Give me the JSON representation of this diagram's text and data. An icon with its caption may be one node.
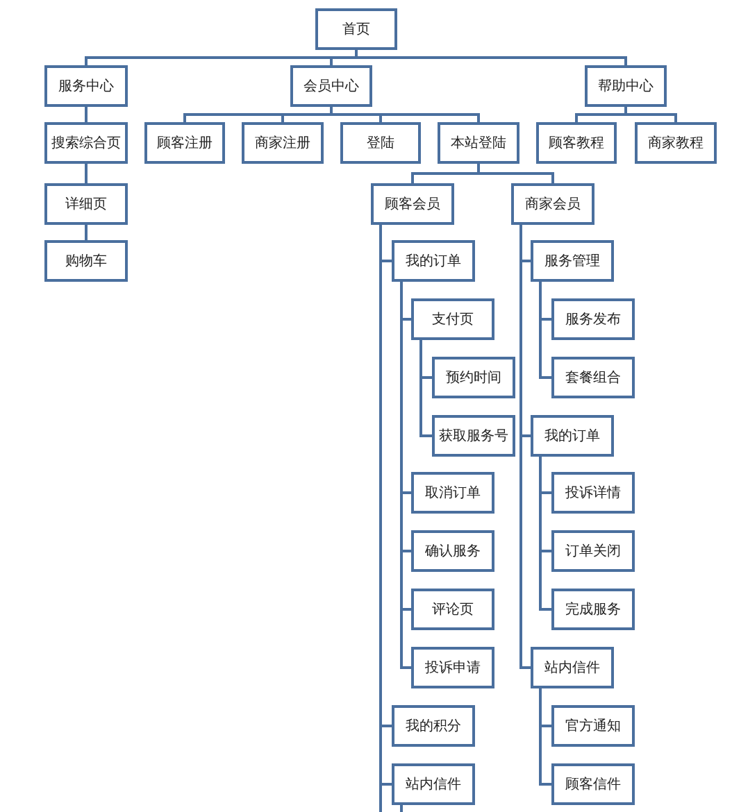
{
  "diagram": {
    "nodes": [
      {
        "text": [
          "首页"
        ]
      },
      {
        "text": [
          "服务中心"
        ]
      },
      {
        "text": [
          "会员中心"
        ]
      },
      {
        "text": [
          "帮助中心"
        ]
      },
      {
        "text": [
          "搜索综合页"
        ]
      },
      {
        "text": [
          "顾客注册"
        ]
      },
      {
        "text": [
          "商家注册"
        ]
      },
      {
        "text": [
          "登陆"
        ]
      },
      {
        "text": [
          "本站登陆"
        ]
      },
      {
        "text": [
          "顾客教程"
        ]
      },
      {
        "text": [
          "商家教程"
        ]
      },
      {
        "text": [
          "详细页"
        ]
      },
      {
        "text": [
          "购物车"
        ]
      },
      {
        "text": [
          "顾客会员"
        ]
      },
      {
        "text": [
          "商家会员"
        ]
      },
      {
        "text": [
          "我的订单"
        ]
      },
      {
        "text": [
          "支付页"
        ]
      },
      {
        "text": [
          "预约时间"
        ]
      },
      {
        "text": [
          "获取服务号"
        ]
      },
      {
        "text": [
          "取消订单"
        ]
      },
      {
        "text": [
          "确认服务"
        ]
      },
      {
        "text": [
          "评论页"
        ]
      },
      {
        "text": [
          "投诉申请"
        ]
      },
      {
        "text": [
          "我的积分"
        ]
      },
      {
        "text": [
          "站内信件"
        ]
      },
      {
        "text": [
          "服务管理"
        ]
      },
      {
        "text": [
          "服务发布"
        ]
      },
      {
        "text": [
          "套餐组合"
        ]
      },
      {
        "text": [
          "我的订单"
        ]
      },
      {
        "text": [
          "投诉详情"
        ]
      },
      {
        "text": [
          "订单关闭"
        ]
      },
      {
        "text": [
          "完成服务"
        ]
      },
      {
        "text": [
          "站内信件"
        ]
      },
      {
        "text": [
          "官方通知"
        ]
      },
      {
        "text": [
          "顾客信件"
        ]
      }
    ],
    "edges": [
      {
        "from": 0,
        "to": 1,
        "arrow": "none"
      },
      {
        "from": 0,
        "to": 2,
        "arrow": "none"
      },
      {
        "from": 0,
        "to": 3,
        "arrow": "none"
      },
      {
        "from": 1,
        "to": 4,
        "arrow": "none"
      },
      {
        "from": 2,
        "to": 5,
        "arrow": "none"
      },
      {
        "from": 2,
        "to": 6,
        "arrow": "none"
      },
      {
        "from": 2,
        "to": 7,
        "arrow": "none"
      },
      {
        "from": 2,
        "to": 8,
        "arrow": "none"
      },
      {
        "from": 3,
        "to": 9,
        "arrow": "none"
      },
      {
        "from": 3,
        "to": 10,
        "arrow": "none"
      },
      {
        "from": 4,
        "to": 11,
        "arrow": "none"
      },
      {
        "from": 11,
        "to": 12,
        "arrow": "none"
      },
      {
        "from": 8,
        "to": 13,
        "arrow": "none"
      },
      {
        "from": 8,
        "to": 14,
        "arrow": "none"
      },
      {
        "from": 13,
        "to": 15,
        "arrow": "none"
      },
      {
        "from": 15,
        "to": 16,
        "arrow": "none"
      },
      {
        "from": 16,
        "to": 17,
        "arrow": "none"
      },
      {
        "from": 16,
        "to": 18,
        "arrow": "none"
      },
      {
        "from": 15,
        "to": 19,
        "arrow": "none"
      },
      {
        "from": 15,
        "to": 20,
        "arrow": "none"
      },
      {
        "from": 15,
        "to": 21,
        "arrow": "none"
      },
      {
        "from": 15,
        "to": 22,
        "arrow": "none"
      },
      {
        "from": 13,
        "to": 23,
        "arrow": "none"
      },
      {
        "from": 13,
        "to": 24,
        "arrow": "none"
      },
      {
        "from": 14,
        "to": 25,
        "arrow": "none"
      },
      {
        "from": 25,
        "to": 26,
        "arrow": "none"
      },
      {
        "from": 25,
        "to": 27,
        "arrow": "none"
      },
      {
        "from": 14,
        "to": 28,
        "arrow": "none"
      },
      {
        "from": 28,
        "to": 29,
        "arrow": "none"
      },
      {
        "from": 28,
        "to": 30,
        "arrow": "none"
      },
      {
        "from": 28,
        "to": 31,
        "arrow": "none"
      },
      {
        "from": 14,
        "to": 32,
        "arrow": "none"
      },
      {
        "from": 32,
        "to": 33,
        "arrow": "none"
      },
      {
        "from": 32,
        "to": 34,
        "arrow": "none"
      }
    ]
  }
}
